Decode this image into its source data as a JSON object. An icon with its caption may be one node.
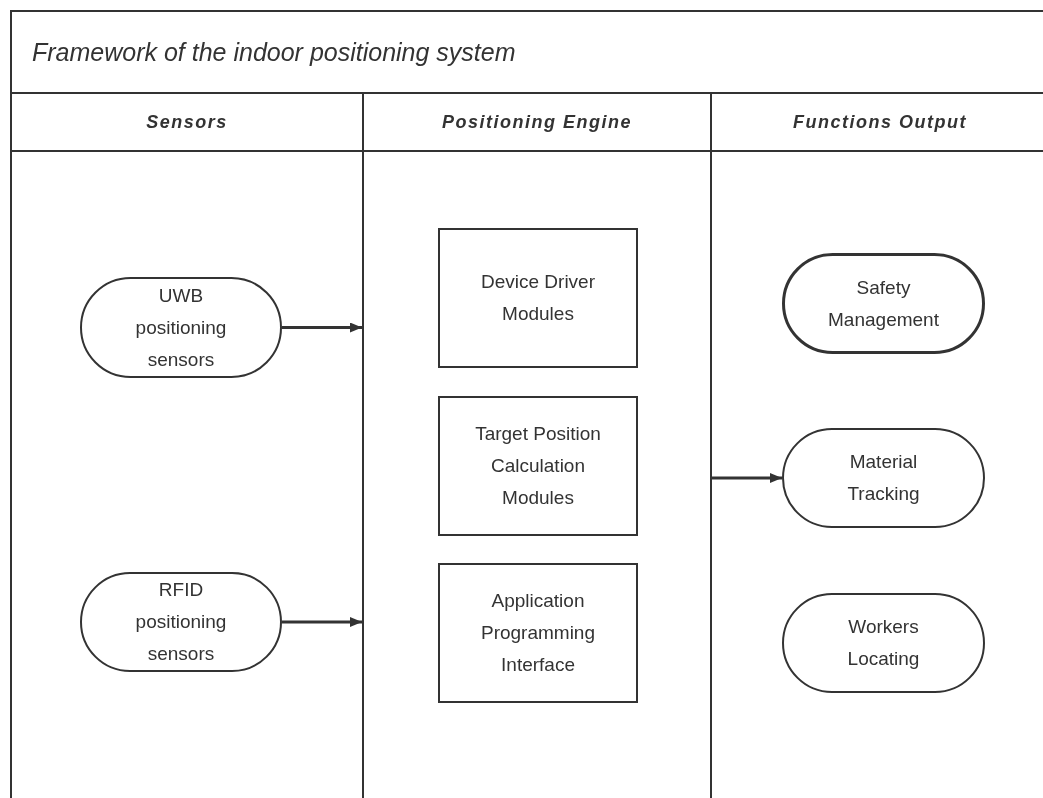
{
  "diagram": {
    "nodes": [
      {
        "text": [
          "Framework of the indoor positioning system"
        ]
      },
      {
        "text": [
          "Sensors"
        ],
        "in": 0
      },
      {
        "text": [
          "UWB positioning sensors"
        ],
        "in": 1
      },
      {
        "text": [
          "RFID positioning sensors"
        ],
        "in": 1
      },
      {
        "text": [
          "Positioning Engine"
        ],
        "in": 0
      },
      {
        "text": [
          "Device Driver Modules"
        ],
        "in": 4
      },
      {
        "text": [
          "Target Position Calculation Modules"
        ],
        "in": 4
      },
      {
        "text": [
          "Application Programming Interface"
        ],
        "in": 4
      },
      {
        "text": [
          "Functions Output"
        ],
        "in": 0
      },
      {
        "text": [
          "Safety Management"
        ],
        "in": 8
      },
      {
        "text": [
          "Material Tracking"
        ],
        "in": 8
      },
      {
        "text": [
          "Workers Locating"
        ],
        "in": 8
      }
    ],
    "edges": [
      {
        "from": 2,
        "to": 4,
        "arrow": "to"
      },
      {
        "from": 3,
        "to": 4,
        "arrow": "to"
      },
      {
        "from": 4,
        "to": 10,
        "arrow": "to"
      }
    ]
  }
}
